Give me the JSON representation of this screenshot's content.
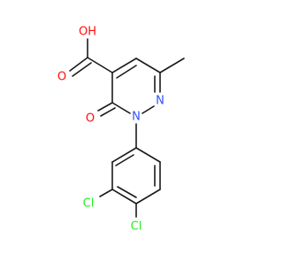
{
  "molecule": {
    "atoms": [
      {
        "id": "O_hydroxyl",
        "label": "OH",
        "color": "#ff0d0d"
      },
      {
        "id": "O_carbonyl_acid",
        "label": "O",
        "color": "#ff0d0d"
      },
      {
        "id": "O_ring_ketone",
        "label": "O",
        "color": "#ff0d0d"
      },
      {
        "id": "N1",
        "label": "N",
        "color": "#3050f8"
      },
      {
        "id": "N2",
        "label": "N",
        "color": "#3050f8"
      },
      {
        "id": "Cl_meta",
        "label": "Cl",
        "color": "#1ff01f"
      },
      {
        "id": "Cl_para",
        "label": "Cl",
        "color": "#1ff01f"
      }
    ],
    "bond_color": "#1a1a1a"
  }
}
